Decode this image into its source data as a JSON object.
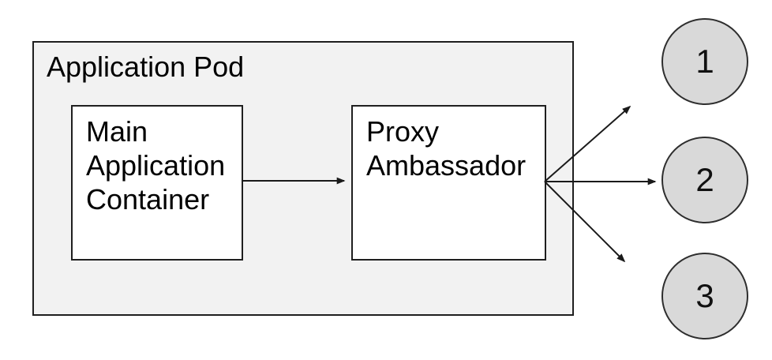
{
  "pod": {
    "label": "Application Pod"
  },
  "nodes": [
    {
      "id": "main",
      "label": "Main Application Container"
    },
    {
      "id": "proxy",
      "label": "Proxy Ambassador"
    }
  ],
  "endpoints": [
    {
      "label": "1"
    },
    {
      "label": "2"
    },
    {
      "label": "3"
    }
  ],
  "connections": [
    {
      "from": "main",
      "to": "proxy"
    },
    {
      "from": "proxy",
      "to": "1"
    },
    {
      "from": "proxy",
      "to": "2"
    },
    {
      "from": "proxy",
      "to": "3"
    }
  ],
  "colors": {
    "pod_fill": "#f2f2f2",
    "node_fill": "#ffffff",
    "endpoint_fill": "#d9d9d9",
    "stroke": "#1f1f1f",
    "arrow": "#1a1a1a",
    "text": "#000000"
  }
}
